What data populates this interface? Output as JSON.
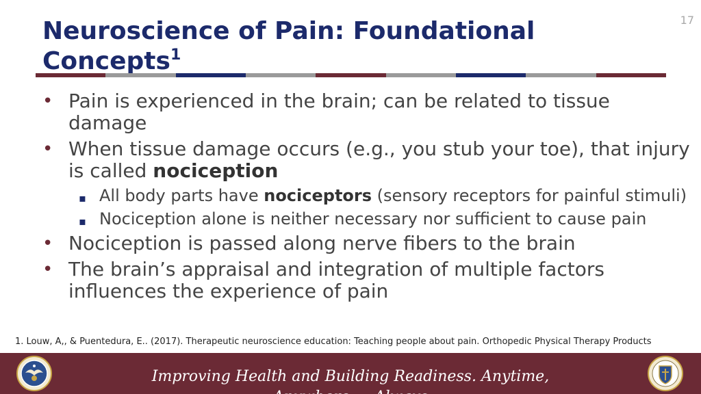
{
  "slide_number": "17",
  "title": {
    "text": "Neuroscience of Pain: Foundational Concepts",
    "superscript": "1"
  },
  "bullets": [
    {
      "text": "Pain is experienced in the brain; can be related to tissue damage"
    },
    {
      "text_before": "When tissue damage occurs (e.g., you stub your toe), that injury is called ",
      "bold": "nociception"
    },
    {
      "text_before": "All body parts have ",
      "bold": "nociceptors",
      "text_after": " (sensory receptors for painful stimuli)"
    },
    {
      "text": "Nociception alone is neither necessary nor sufficient to cause pain"
    },
    {
      "text": "Nociception is passed along nerve fibers to the brain"
    },
    {
      "text": "The brain’s appraisal and integration of multiple factors influences the experience of pain"
    }
  ],
  "footnote": "1. Louw, A,, & Puentedura, E.. (2017). Therapeutic neuroscience education: Teaching people about pain. Orthopedic Physical Therapy Products",
  "footer": {
    "tagline": "Improving Health and Building Readiness. Anytime, Anywhere — Always"
  },
  "logos": {
    "left": "department-of-defense-seal",
    "right": "defense-health-agency-seal"
  },
  "colors": {
    "title": "#1c2a6b",
    "maroon": "#6b2a35",
    "gray": "#9a9a9a",
    "text": "#444444"
  }
}
